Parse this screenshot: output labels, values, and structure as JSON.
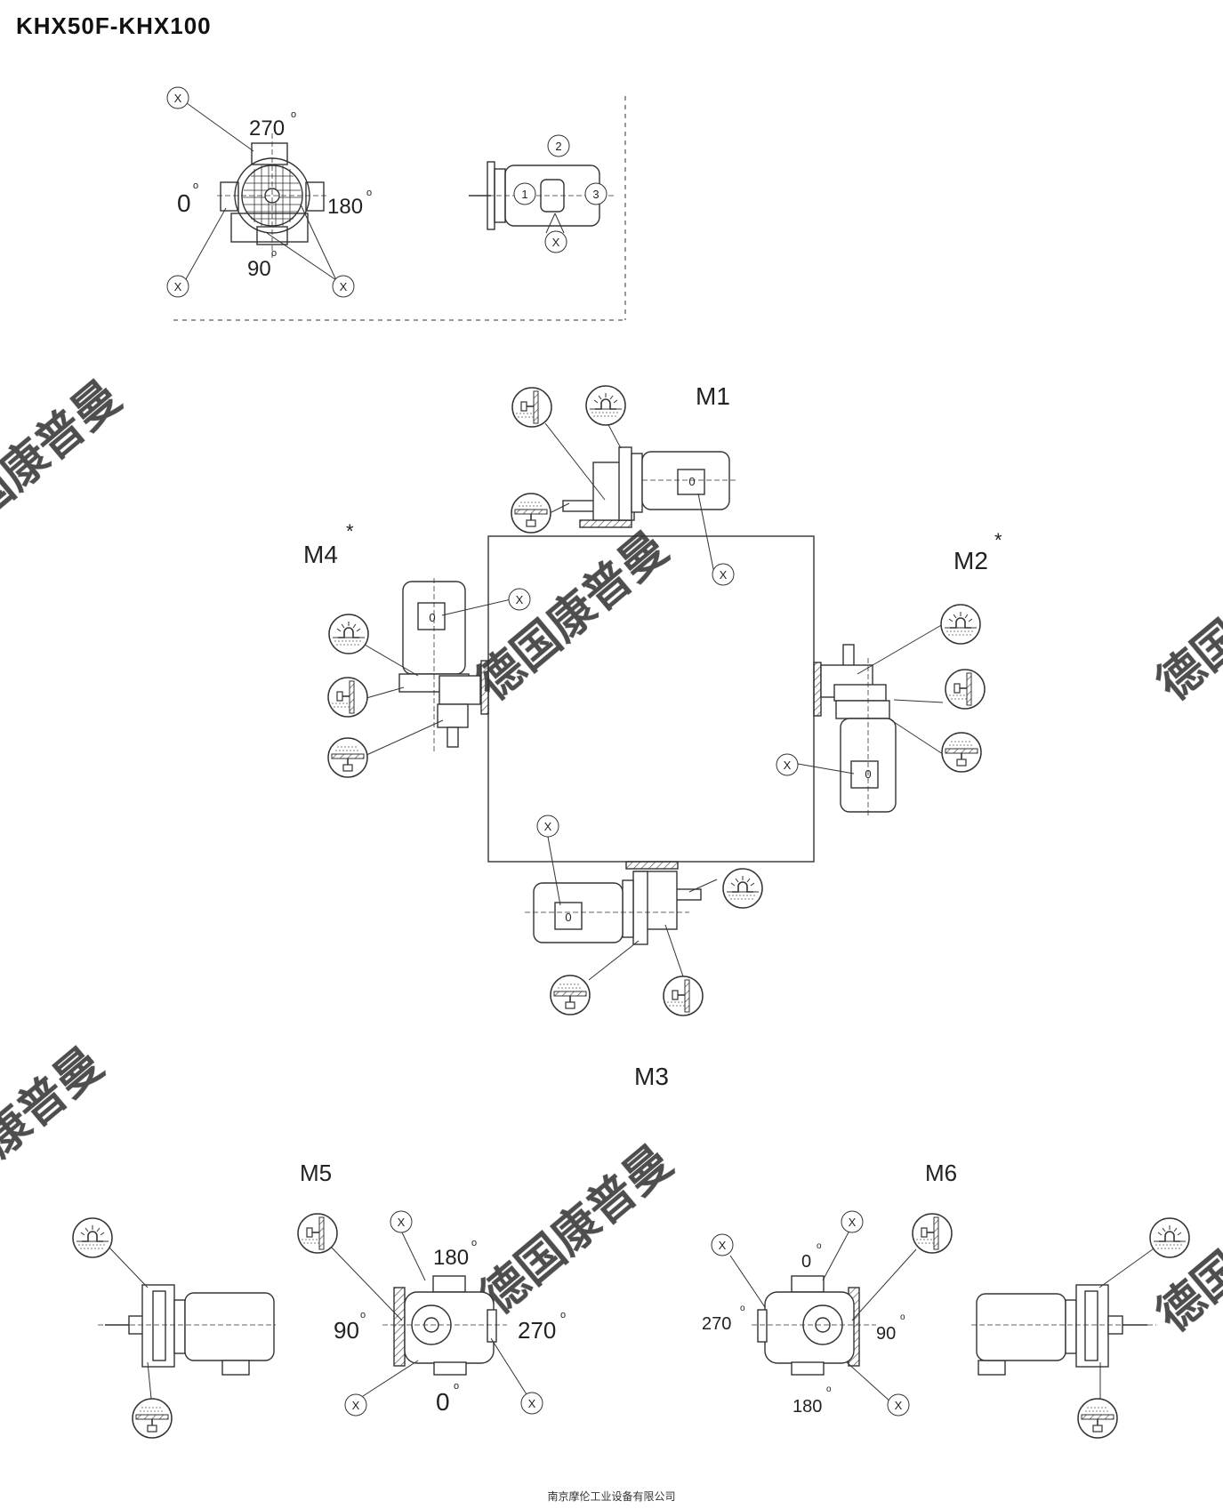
{
  "title": "KHX50F-KHX100",
  "footer": "南京摩伦工业设备有限公司",
  "watermark": "德国康普曼",
  "top_view": {
    "angles": {
      "a270": "270",
      "a0": "0",
      "a180": "180",
      "a90": "90"
    },
    "degree_mark": "o",
    "x_marker": "X",
    "side_numbers": {
      "n1": "1",
      "n2": "2",
      "n3": "3"
    }
  },
  "positions": {
    "m1": "M1",
    "m2": "M2",
    "m3": "M3",
    "m4": "M4",
    "m5": "M5",
    "m6": "M6",
    "asterisk": "*"
  },
  "terminal_box": "0",
  "m5_angles": {
    "a180": "180",
    "a90": "90",
    "a270": "270",
    "a0": "0"
  },
  "m6_angles": {
    "a0": "0",
    "a270": "270",
    "a90": "90",
    "a180": "180"
  },
  "colors": {
    "line": "#333333",
    "hatch": "#555555",
    "watermark": "#d9d9d9"
  }
}
